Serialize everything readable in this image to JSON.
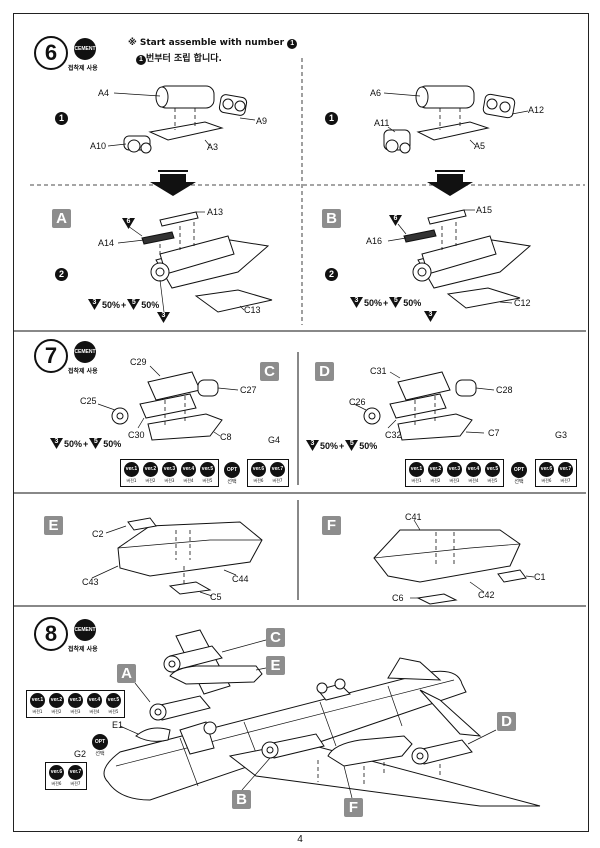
{
  "page_number": "4",
  "cement": {
    "badge": "CEMENT",
    "caption": "접착제 사용"
  },
  "versions": {
    "v1": {
      "badge": "ver.1",
      "caption": "버전1"
    },
    "v2": {
      "badge": "ver.2",
      "caption": "버전2"
    },
    "v3": {
      "badge": "ver.3",
      "caption": "버전3"
    },
    "v4": {
      "badge": "ver.4",
      "caption": "버전4"
    },
    "v5": {
      "badge": "ver.5",
      "caption": "버전5"
    },
    "v6": {
      "badge": "ver.6",
      "caption": "버전6"
    },
    "v7": {
      "badge": "ver.7",
      "caption": "버전7"
    },
    "opt": {
      "badge": "OPT",
      "caption": "선택"
    }
  },
  "step6": {
    "number": "6",
    "note_en": "※ Start assemble with number",
    "note_num": "1",
    "note_ko": "번부터 조립 합니다.",
    "sub1": "1",
    "sub2": "2",
    "left": {
      "a4": "A4",
      "a9": "A9",
      "a10": "A10",
      "a3": "A3",
      "box": "A",
      "a13": "A13",
      "a14": "A14",
      "c13": "C13",
      "tri6": "6",
      "tri3a": "3",
      "tri5": "5",
      "tri3b": "3",
      "pct1": "50%",
      "plus": "+",
      "pct2": "50%"
    },
    "right": {
      "a6": "A6",
      "a12": "A12",
      "a11": "A11",
      "a5": "A5",
      "box": "B",
      "a15": "A15",
      "a16": "A16",
      "c12": "C12",
      "tri6": "6",
      "tri3a": "3",
      "tri5": "5",
      "tri3b": "3",
      "pct1": "50%",
      "plus": "+",
      "pct2": "50%"
    }
  },
  "step7": {
    "number": "7",
    "left": {
      "box": "C",
      "c29": "C29",
      "c27": "C27",
      "c25": "C25",
      "c30": "C30",
      "c8": "C8",
      "g4": "G4",
      "tri3": "3",
      "tri5": "5",
      "pct1": "50%",
      "plus": "+",
      "pct2": "50%"
    },
    "right": {
      "box": "D",
      "c31": "C31",
      "c28": "C28",
      "c26": "C26",
      "c32": "C32",
      "c7": "C7",
      "g3": "G3",
      "tri3": "3",
      "tri5": "5",
      "pct1": "50%",
      "plus": "+",
      "pct2": "50%"
    }
  },
  "stepE": {
    "box": "E",
    "c2": "C2",
    "c43": "C43",
    "c44": "C44",
    "c5": "C5"
  },
  "stepF": {
    "box": "F",
    "c41": "C41",
    "c1": "C1",
    "c6": "C6",
    "c42": "C42"
  },
  "step8": {
    "number": "8",
    "boxC": "C",
    "boxE": "E",
    "boxA": "A",
    "boxD": "D",
    "boxB": "B",
    "boxF": "F",
    "e1": "E1",
    "g2": "G2"
  }
}
